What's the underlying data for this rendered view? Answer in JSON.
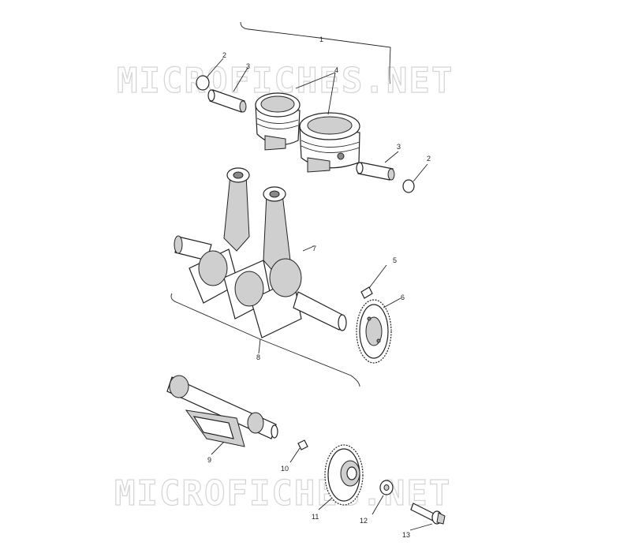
{
  "watermark": "MICROFICHES.NET",
  "callouts": [
    {
      "id": "c1",
      "label": "1"
    },
    {
      "id": "c2a",
      "label": "2"
    },
    {
      "id": "c3a",
      "label": "3"
    },
    {
      "id": "c4",
      "label": "4"
    },
    {
      "id": "c3b",
      "label": "3"
    },
    {
      "id": "c2b",
      "label": "2"
    },
    {
      "id": "c7",
      "label": "7"
    },
    {
      "id": "c5",
      "label": "5"
    },
    {
      "id": "c6",
      "label": "6"
    },
    {
      "id": "c8",
      "label": "8"
    },
    {
      "id": "c9",
      "label": "9"
    },
    {
      "id": "c10",
      "label": "10"
    },
    {
      "id": "c11",
      "label": "11"
    },
    {
      "id": "c12",
      "label": "12"
    },
    {
      "id": "c13",
      "label": "13"
    }
  ]
}
